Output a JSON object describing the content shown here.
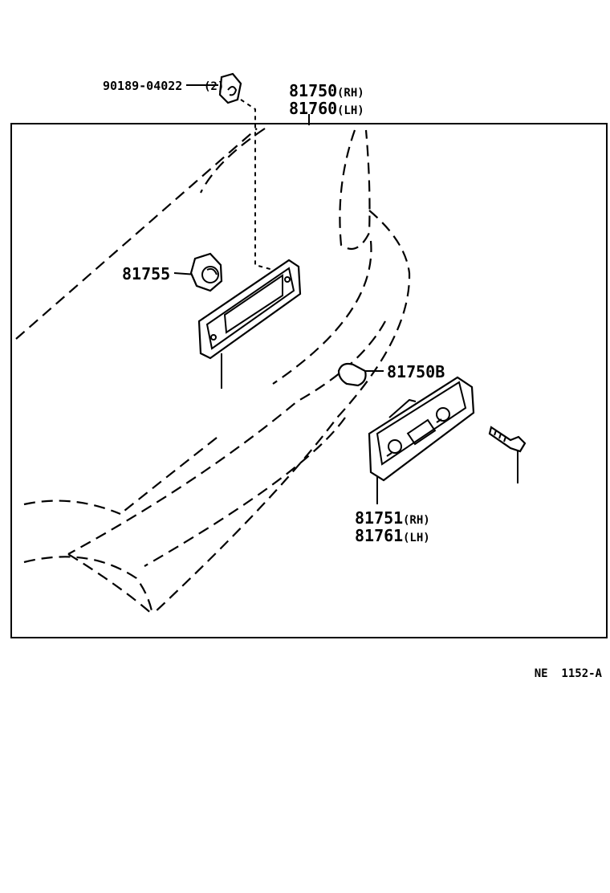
{
  "parts": {
    "clip_pn": "90189-04022",
    "clip_qty": "(2)",
    "lamp_rh_pn": "81750",
    "lamp_rh_side": "(RH)",
    "lamp_lh_pn": "81760",
    "lamp_lh_side": "(LH)",
    "gasket_pn": "81755",
    "bulb_pn": "81750B",
    "lens_rh_pn": "81751",
    "lens_rh_side": "(RH)",
    "lens_lh_pn": "81761",
    "lens_lh_side": "(LH)"
  },
  "diagram_code": "NE  1152-A"
}
